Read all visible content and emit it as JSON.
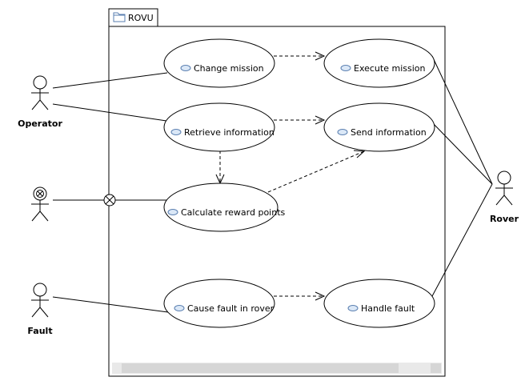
{
  "package": {
    "name": "ROVU"
  },
  "actors": {
    "operator": "Operator",
    "unnamed": "",
    "fault": "Fault",
    "rover": "Rover"
  },
  "use_cases": {
    "change_mission": "Change mission",
    "execute_mission": "Execute mission",
    "retrieve_information": "Retrieve information",
    "send_information": "Send information",
    "calculate_reward_points": "Calculate reward points",
    "cause_fault": "Cause fault in rover",
    "handle_fault": "Handle fault"
  },
  "colors": {
    "line": "#000000",
    "usecase_icon_fill": "#dbe8f7",
    "usecase_icon_stroke": "#5a7fb0",
    "scrollbar_track": "#e9e9e9",
    "scrollbar_thumb": "#d6d6d6"
  }
}
